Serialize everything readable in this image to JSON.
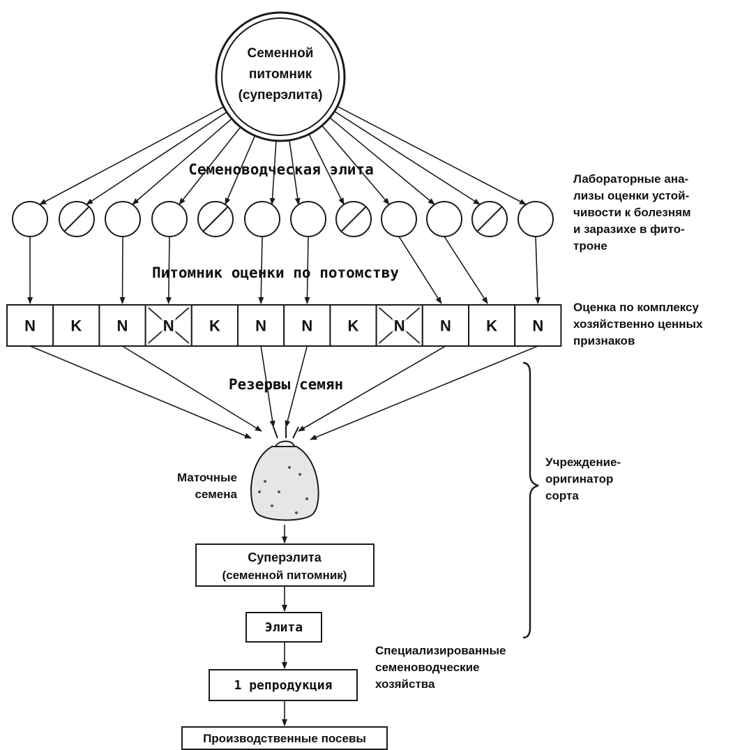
{
  "nursery_circle": {
    "line1": "Семенной",
    "line2": "питомник",
    "line3": "(суперэлита)"
  },
  "labels": {
    "elite": "Семеноводческая  элита",
    "progeny_nursery": "Питомник  оценки  по  потомству",
    "seed_reserves": "Резервы  семян",
    "mother_seeds_line1": "Маточные",
    "mother_seeds_line2": "семена"
  },
  "side_notes": {
    "lab": [
      "Лабораторные ана-",
      "лизы оценки устой-",
      "чивости к болезням",
      "и заразихе в фито-",
      "троне"
    ],
    "complex": [
      "Оценка по комплексу",
      "хозяйственно ценных",
      "признаков"
    ],
    "originator": [
      "Учреждение-",
      "оригинатор",
      "сорта"
    ],
    "farms": [
      "Специализированные",
      "семеноводческие",
      "хозяйства"
    ]
  },
  "plants": [
    {
      "crossed": false
    },
    {
      "crossed": true
    },
    {
      "crossed": false
    },
    {
      "crossed": false
    },
    {
      "crossed": true
    },
    {
      "crossed": false
    },
    {
      "crossed": false
    },
    {
      "crossed": true
    },
    {
      "crossed": false
    },
    {
      "crossed": false
    },
    {
      "crossed": true
    },
    {
      "crossed": false
    }
  ],
  "progeny_cells": [
    {
      "letter": "N",
      "crossed": false
    },
    {
      "letter": "K",
      "crossed": false
    },
    {
      "letter": "N",
      "crossed": false
    },
    {
      "letter": "N",
      "crossed": true
    },
    {
      "letter": "K",
      "crossed": false
    },
    {
      "letter": "N",
      "crossed": false
    },
    {
      "letter": "N",
      "crossed": false
    },
    {
      "letter": "K",
      "crossed": false
    },
    {
      "letter": "N",
      "crossed": true
    },
    {
      "letter": "N",
      "crossed": false
    },
    {
      "letter": "K",
      "crossed": false
    },
    {
      "letter": "N",
      "crossed": false
    }
  ],
  "stages": {
    "superelite_line1": "Суперэлита",
    "superelite_line2": "(семенной питомник)",
    "elite": "Элита",
    "reproduction": "1 репродукция",
    "production": "Производственные посевы"
  }
}
